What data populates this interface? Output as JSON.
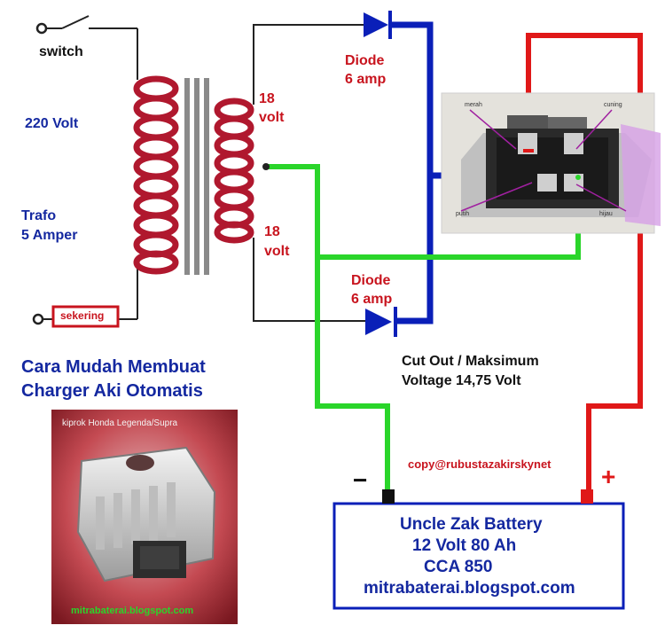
{
  "labels": {
    "switch": "switch",
    "primary_voltage": "220 Volt",
    "trafo_line1": "Trafo",
    "trafo_line2": "5 Amper",
    "fuse": "sekering",
    "sec_top_line1": "18",
    "sec_top_line2": "volt",
    "sec_bottom_line1": "18",
    "sec_bottom_line2": "volt",
    "diode_top_line1": "Diode",
    "diode_top_line2": "6 amp",
    "diode_bottom_line1": "Diode",
    "diode_bottom_line2": "6 amp",
    "cutout_line1": "Cut Out / Maksimum",
    "cutout_line2": "Voltage 14,75 Volt",
    "copyright": "copy@rubustazakirskynet",
    "minus": "−",
    "plus": "+",
    "regulator_pin_tl": "merah",
    "regulator_pin_tr": "cuning",
    "regulator_pin_bl": "putih",
    "regulator_pin_br": "hijau"
  },
  "headline": {
    "line1": "Cara Mudah Membuat",
    "line2": "Charger Aki Otomatis"
  },
  "photo": {
    "caption_top": "kiprok Honda Legenda/Supra",
    "caption_bottom": "mitrabaterai.blogspot.com"
  },
  "battery": {
    "line1": "Uncle Zak Battery",
    "line2": "12 Volt 80 Ah",
    "line3": "CCA 850",
    "line4": "mitrabaterai.blogspot.com"
  },
  "colors": {
    "ac_wire": "#222222",
    "coil": "#b0182e",
    "dc_negative": "#2ad52a",
    "dc_center": "#0a1fb8",
    "dc_positive": "#e01818",
    "text_red": "#c8141e",
    "text_blue": "#1428a0",
    "text_dark": "#111111"
  }
}
